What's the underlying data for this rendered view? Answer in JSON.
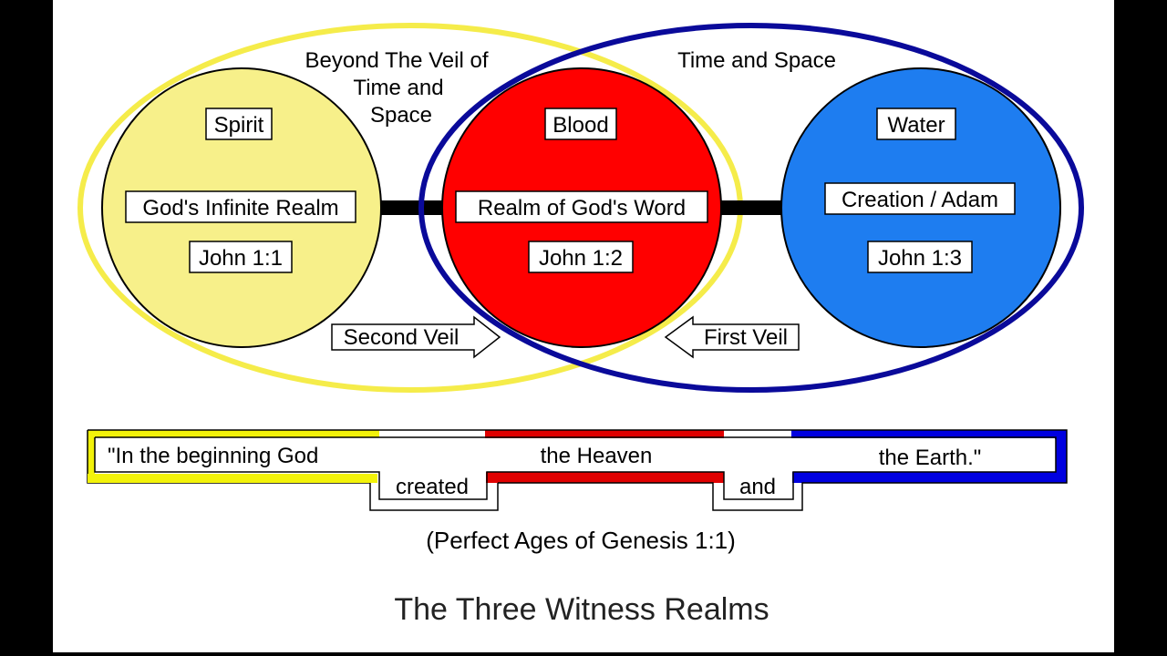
{
  "regions": {
    "beyond_label": [
      "Beyond The Veil of",
      "Time and",
      "Space"
    ],
    "time_space_label": "Time and Space"
  },
  "circles": {
    "spirit": {
      "name": "Spirit",
      "realm": "God's Infinite Realm",
      "verse": "John 1:1"
    },
    "blood": {
      "name": "Blood",
      "realm": "Realm of God's Word",
      "verse": "John 1:2"
    },
    "water": {
      "name": "Water",
      "realm": "Creation / Adam",
      "verse": "John 1:3"
    }
  },
  "veils": {
    "second": "Second Veil",
    "first": "First Veil"
  },
  "verse_band": {
    "part1": "\"In the beginning God",
    "part2": "created",
    "part3": "the Heaven",
    "part4": "and",
    "part5": "the Earth.\""
  },
  "caption": "(Perfect Ages of Genesis 1:1)",
  "title": "The Three Witness Realms",
  "colors": {
    "yellow": "#f7f08a",
    "yellow_ring": "#f5ec4a",
    "red": "#ff0000",
    "blue": "#1e7df0",
    "navy": "#0a0a9a",
    "band_yellow": "#f2f20a",
    "band_red": "#e00000",
    "band_blue": "#0000e0"
  }
}
